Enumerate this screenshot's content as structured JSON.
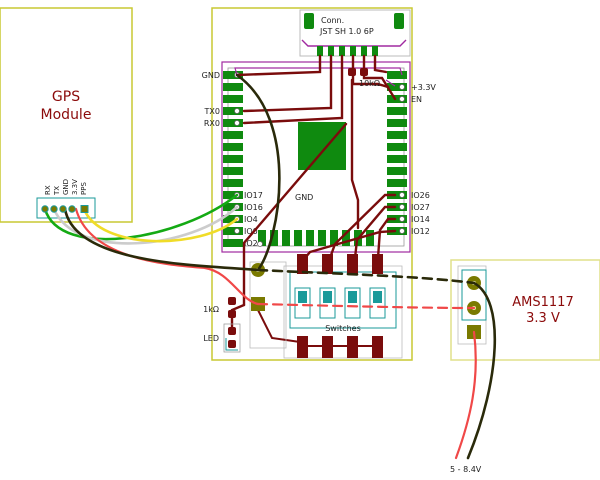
{
  "colors": {
    "board_outline": "#c8c832",
    "module_outline": "#e0e08a",
    "pcb_line": "#a02aa0",
    "pad_green": "#0f8a0f",
    "trace_maroon": "#7a0c0c",
    "pad_olive": "#7a7a00",
    "teal": "#1a9a9a",
    "label_red": "#8b0a0a",
    "wire_green": "#14aa14",
    "wire_yellow": "#f0dc28",
    "wire_white": "#cccccc",
    "wire_black": "#2a2a0a",
    "wire_red": "#f04848"
  },
  "gps": {
    "title_line1": "GPS",
    "title_line2": "Module",
    "pins": [
      "RX",
      "TX",
      "GND",
      "3.3V",
      "PPS"
    ]
  },
  "connector": {
    "line1": "Conn.",
    "line2": "JST SH 1.0 6P"
  },
  "esp": {
    "left_labels": [
      "GND",
      "TX0",
      "RX0",
      "IO17",
      "IO16",
      "IO4",
      "IO0",
      "IO2"
    ],
    "right_labels": [
      "+3.3V",
      "EN",
      "IO26",
      "IO27",
      "IO14",
      "IO12"
    ],
    "center_label": "GND"
  },
  "resistor_top": "10kΩ",
  "resistor_left": "1kΩ",
  "led_label": "LED",
  "switches_label": "Switches",
  "regulator": {
    "line1": "AMS1117",
    "line2": "3.3 V"
  },
  "input_voltage": "5 - 8.4V"
}
